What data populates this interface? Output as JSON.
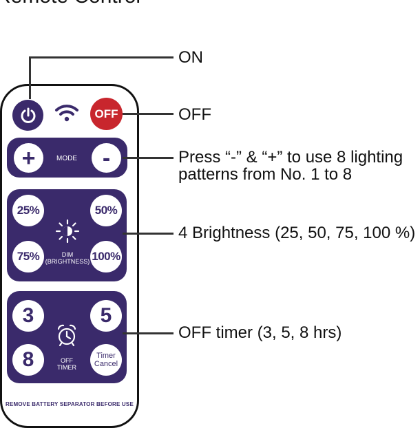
{
  "title": "Remote Control",
  "remote": {
    "off_button_label": "OFF",
    "mode_label": "MODE",
    "plus_label": "+",
    "minus_label": "-",
    "dim_buttons": [
      "25%",
      "50%",
      "75%",
      "100%"
    ],
    "dim_label_line1": "DIM",
    "dim_label_line2": "(BRIGHTNESS)",
    "timer_buttons": [
      "3",
      "5",
      "8"
    ],
    "timer_cancel_line1": "Timer",
    "timer_cancel_line2": "Cancel",
    "off_timer_line1": "OFF",
    "off_timer_line2": "TIMER",
    "footer_note": "REMOVE BATTERY SEPARATOR BEFORE USE"
  },
  "callouts": {
    "on": "ON",
    "off": "OFF",
    "mode_line1": "Press “-” & “+” to use 8 lighting",
    "mode_line2": "patterns from No. 1 to 8",
    "brightness": "4 Brightness (25, 50, 75, 100 %)",
    "timer": "OFF timer (3, 5, 8 hrs)"
  },
  "colors": {
    "panel": "#3a2a6b",
    "off_button": "#c8262d",
    "icons": [
      "power-icon",
      "wifi-icon",
      "sun-icon",
      "alarm-clock-icon"
    ]
  }
}
